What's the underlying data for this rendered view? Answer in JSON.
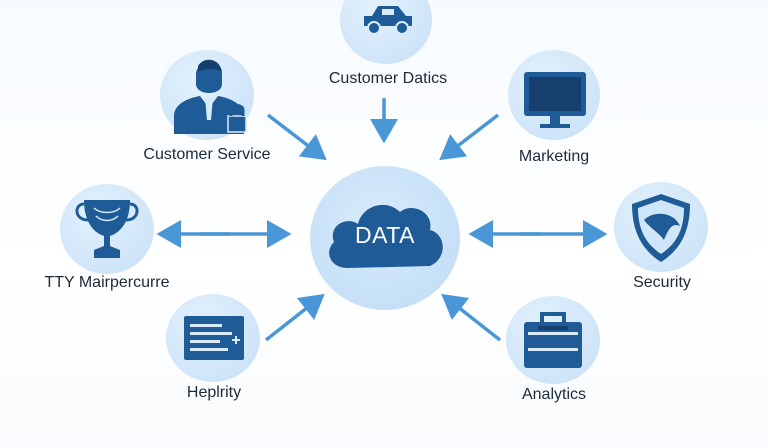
{
  "hub": {
    "text": "DATA",
    "icon": "cloud-icon"
  },
  "nodes": [
    {
      "id": "customer-datics",
      "label": "Customer Datics",
      "icon": "car-icon"
    },
    {
      "id": "customer-service",
      "label": "Customer Service",
      "icon": "person-lock-icon"
    },
    {
      "id": "marketing",
      "label": "Marketing",
      "icon": "monitor-icon"
    },
    {
      "id": "tty",
      "label": "TTY Mairpercurre",
      "icon": "trophy-icon"
    },
    {
      "id": "security",
      "label": "Security",
      "icon": "shield-icon"
    },
    {
      "id": "heplrity",
      "label": "Heplrity",
      "icon": "document-icon"
    },
    {
      "id": "analytics",
      "label": "Analytics",
      "icon": "briefcase-icon"
    }
  ],
  "colors": {
    "accent": "#1f5c97",
    "arrow": "#4a97d8",
    "node_fill": "#cfe5f8",
    "text": "#1d2a3a"
  }
}
